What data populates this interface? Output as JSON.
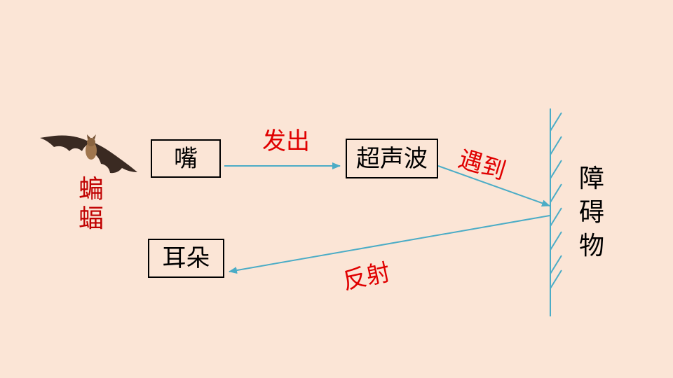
{
  "boxes": {
    "mouth": "嘴",
    "ultrasound": "超声波",
    "ears": "耳朵"
  },
  "labels": {
    "emit": "发出",
    "encounter": "遇到",
    "reflect": "反射"
  },
  "bat": {
    "name": "蝙\n蝠"
  },
  "obstacle": {
    "name": "障\n碍\n物"
  },
  "colors": {
    "background": "#fbe5d6",
    "arrow": "#4bacc6",
    "label_red": "#e00000",
    "bat_name": "#c00000"
  }
}
